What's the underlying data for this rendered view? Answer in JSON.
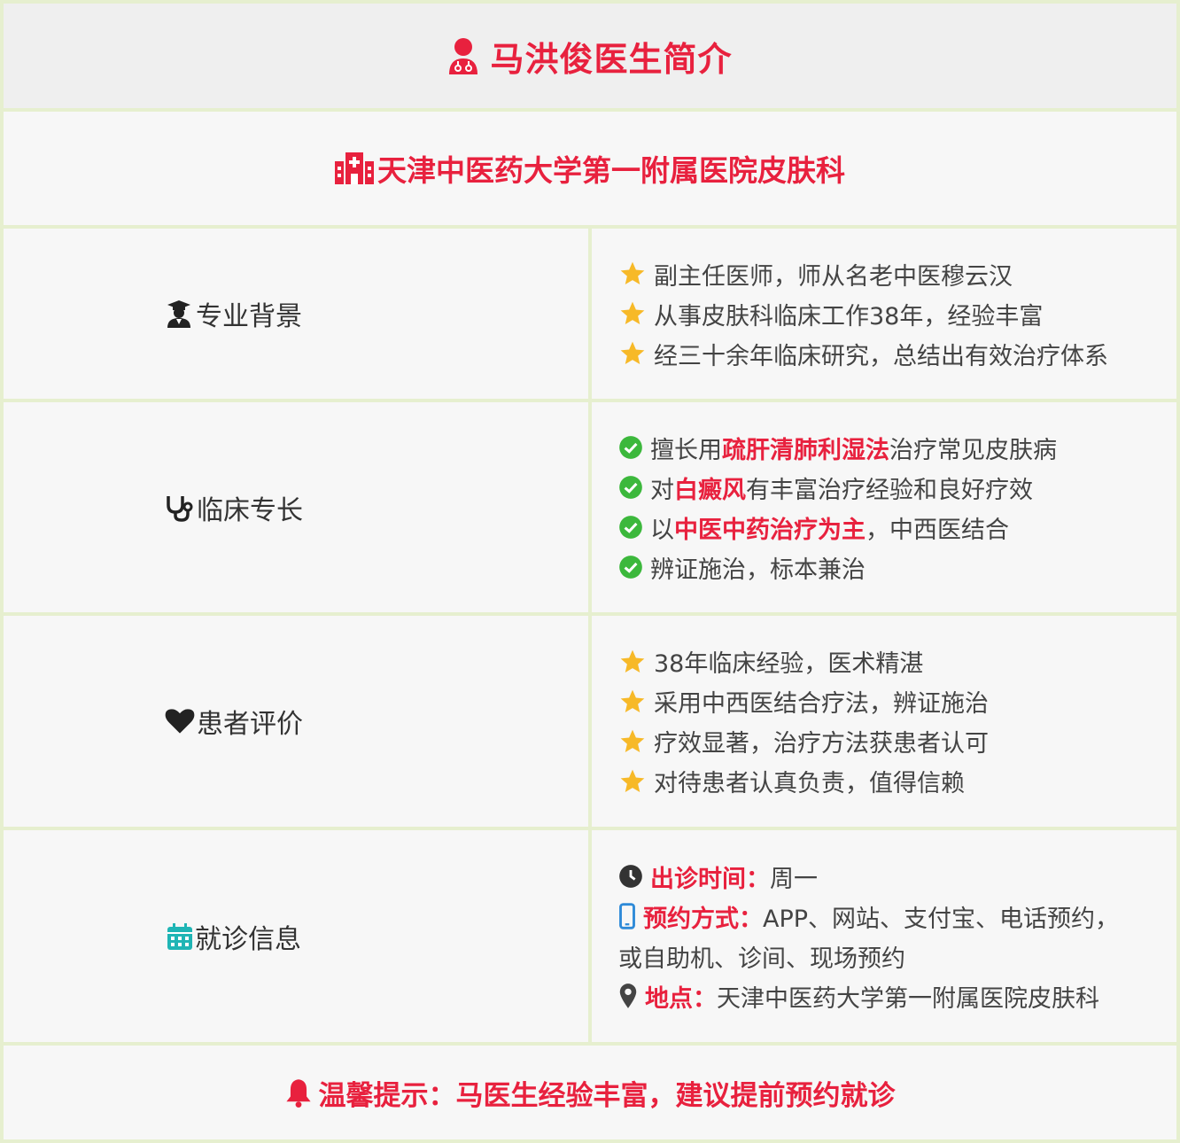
{
  "header": {
    "title": "马洪俊医生简介",
    "hospital": "天津中医药大学第一附属医院皮肤科"
  },
  "background": {
    "label": "专业背景",
    "items": [
      "副主任医师，师从名老中医穆云汉",
      "从事皮肤科临床工作38年，经验丰富",
      "经三十余年临床研究，总结出有效治疗体系"
    ]
  },
  "specialty": {
    "label": "临床专长",
    "items": [
      {
        "pre": "擅长用",
        "hl": "疏肝清肺利湿法",
        "post": "治疗常见皮肤病"
      },
      {
        "pre": "对",
        "hl": "白癜风",
        "post": "有丰富治疗经验和良好疗效"
      },
      {
        "pre": "以",
        "hl": "中医中药治疗为主",
        "post": "，中西医结合"
      },
      {
        "pre": "辨证施治，标本兼治",
        "hl": "",
        "post": ""
      }
    ]
  },
  "reviews": {
    "label": "患者评价",
    "items": [
      "38年临床经验，医术精湛",
      "采用中西医结合疗法，辨证施治",
      "疗效显著，治疗方法获患者认可",
      "对待患者认真负责，值得信赖"
    ]
  },
  "visit": {
    "label": "就诊信息",
    "time_label": "出诊时间：",
    "time_value": "周一",
    "booking_label": "预约方式：",
    "booking_value": "APP、网站、支付宝、电话预约，",
    "booking_value2": "或自助机、诊间、现场预约",
    "location_label": "地点：",
    "location_value": "天津中医药大学第一附属医院皮肤科"
  },
  "tip": {
    "text": "温馨提示：马医生经验丰富，建议提前预约就诊"
  },
  "colors": {
    "accent": "#e8213e",
    "star": "#f7b928",
    "check": "#3cb83c",
    "teal": "#1fb5b5",
    "phone": "#2e8ad8",
    "border": "#e6efcf"
  }
}
